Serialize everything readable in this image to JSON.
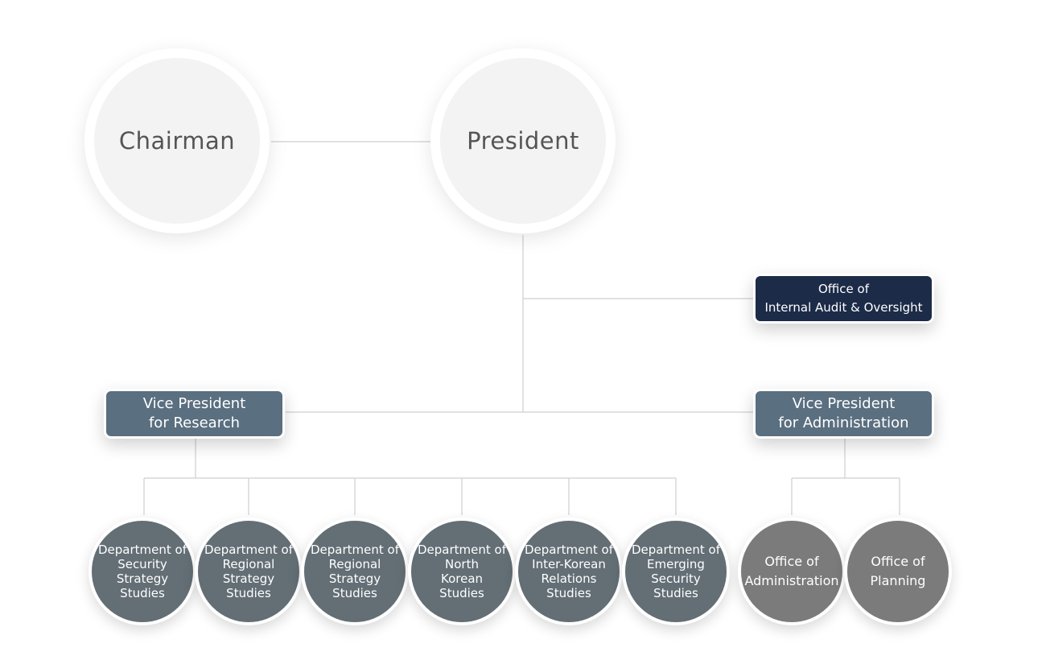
{
  "top": {
    "chairman": "Chairman",
    "president": "President"
  },
  "audit": {
    "line1": "Office of",
    "line2": "Internal Audit & Oversight"
  },
  "vp_research": {
    "line1": "Vice President",
    "line2": "for Research"
  },
  "vp_admin": {
    "line1": "Vice President",
    "line2": "for Administration"
  },
  "research_units": [
    {
      "lines": [
        "Department of",
        "Security",
        "Strategy",
        "Studies"
      ]
    },
    {
      "lines": [
        "Department of",
        "Regional",
        "Strategy",
        "Studies"
      ]
    },
    {
      "lines": [
        "Department of",
        "Regional",
        "Strategy",
        "Studies"
      ]
    },
    {
      "lines": [
        "Department of",
        "North",
        "Korean",
        "Studies"
      ]
    },
    {
      "lines": [
        "Department of",
        "Inter-Korean",
        "Relations",
        "Studies"
      ]
    },
    {
      "lines": [
        "Department of",
        "Emerging",
        "Security",
        "Studies"
      ]
    }
  ],
  "admin_units": [
    {
      "lines": [
        "Office of",
        "Administration"
      ]
    },
    {
      "lines": [
        "Office of",
        "Planning"
      ]
    }
  ],
  "colors": {
    "audit": "#1c2b47",
    "vp": "#5a6f80",
    "dept": "#636e75",
    "office": "#7b7b7b"
  }
}
